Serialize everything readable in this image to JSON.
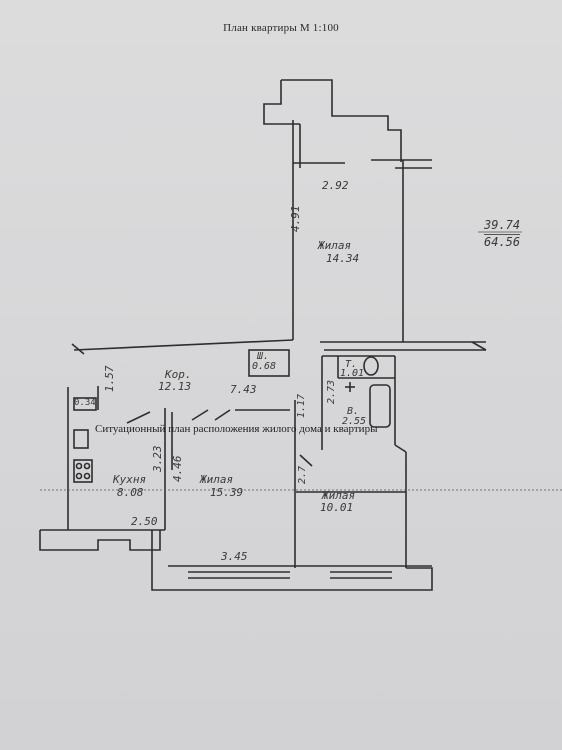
{
  "title": "План квартиры М 1:100",
  "stamp": "Ситуационный план расположения жилого дома и квартиры",
  "totals": {
    "living": "39.74",
    "total": "64.56"
  },
  "rooms": {
    "living_top": {
      "name": "Жилая",
      "area": "14.34"
    },
    "corridor": {
      "name": "Кор.",
      "area": "12.13"
    },
    "wardrobe": {
      "name": "Ш.",
      "area": "0.68"
    },
    "toilet": {
      "name": "Т.",
      "area": "1.01"
    },
    "bath": {
      "name": "В.",
      "area": "2.55"
    },
    "kitchen": {
      "name": "Кухня",
      "area": "8.08"
    },
    "living_mid": {
      "name": "Жилая",
      "area": "15.39"
    },
    "living_right": {
      "name": "Жилая",
      "area": "10.01"
    }
  },
  "dimensions": {
    "d_292": "2.92",
    "d_491": "4.91",
    "d_157": "1.57",
    "d_743": "7.43",
    "d_034": "0.34",
    "d_117": "1.17",
    "d_273": "2.73",
    "d_323": "3.23",
    "d_446": "4.46",
    "d_250": "2.50",
    "d_345": "3.45",
    "d_27": "2.7"
  }
}
